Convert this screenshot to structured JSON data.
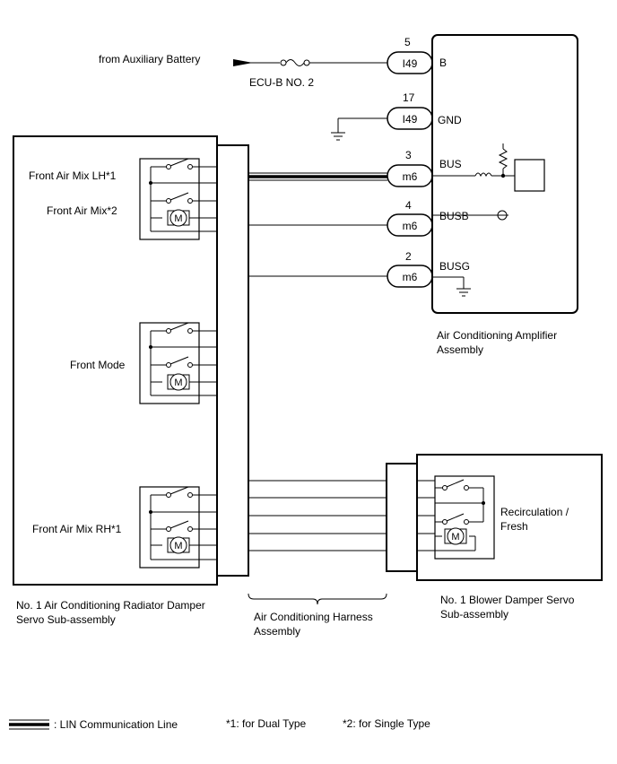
{
  "source": {
    "label": "from Auxiliary Battery"
  },
  "fuse": {
    "label": "ECU-B NO. 2"
  },
  "connectors": [
    {
      "pin": "5",
      "id": "I49",
      "terminal": "B"
    },
    {
      "pin": "17",
      "id": "I49",
      "terminal": "GND"
    },
    {
      "pin": "3",
      "id": "m6",
      "terminal": "BUS"
    },
    {
      "pin": "4",
      "id": "m6",
      "terminal": "BUSB"
    },
    {
      "pin": "2",
      "id": "m6",
      "terminal": "BUSG"
    }
  ],
  "amplifier": {
    "line1": "Air Conditioning Amplifier",
    "line2": "Assembly"
  },
  "radiator_damper": {
    "items": {
      "front_air_mix_lh": "Front Air Mix LH*1",
      "front_air_mix": "Front Air Mix*2",
      "front_mode": "Front Mode",
      "front_air_mix_rh": "Front Air Mix RH*1"
    },
    "line1": "No. 1 Air Conditioning Radiator Damper",
    "line2": "Servo Sub-assembly"
  },
  "harness": {
    "line1": "Air Conditioning Harness",
    "line2": "Assembly"
  },
  "blower_damper": {
    "recirc_line1": "Recirculation /",
    "recirc_line2": "Fresh",
    "line1": "No. 1 Blower Damper Servo",
    "line2": "Sub-assembly"
  },
  "motor_symbol": "M",
  "legend": {
    "lin": ": LIN Communication Line",
    "note1": "*1: for Dual Type",
    "note2": "*2: for Single Type"
  }
}
